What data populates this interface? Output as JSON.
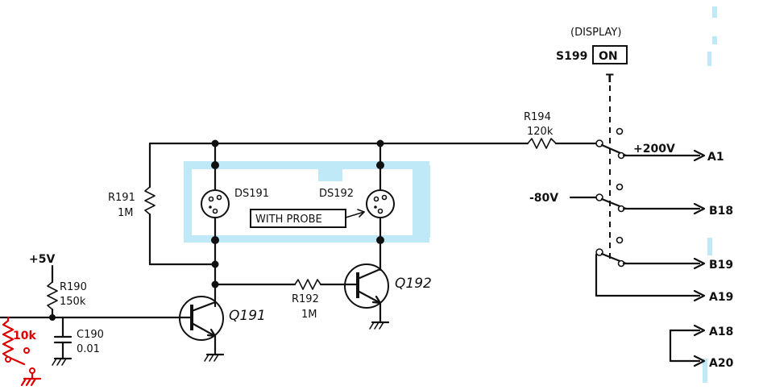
{
  "display_switch": {
    "label_display": "(DISPLAY)",
    "ref": "S199",
    "state": "ON",
    "pole_letter": "T"
  },
  "resistors": {
    "r194": {
      "ref": "R194",
      "value": "120k"
    },
    "r191": {
      "ref": "R191",
      "value": "1M"
    },
    "r190": {
      "ref": "R190",
      "value": "150k"
    },
    "r192": {
      "ref": "R192",
      "value": "1M"
    },
    "added": {
      "value": "10k"
    }
  },
  "capacitor": {
    "ref": "C190",
    "value": "0.01"
  },
  "lamps": {
    "ds191": "DS191",
    "ds192": "DS192",
    "note": "WITH PROBE"
  },
  "transistors": {
    "q191": "Q191",
    "q192": "Q192"
  },
  "voltages": {
    "plus200": "+200V",
    "minus80": "-80V",
    "plus5": "+5V"
  },
  "pins": {
    "a1": "A1",
    "b18": "B18",
    "b19": "B19",
    "a19": "A19",
    "a18": "A18",
    "a20": "A20"
  },
  "colors": {
    "ink": "#111111",
    "modification": "#dd0000",
    "background_artifact": "#bfe9f6"
  }
}
